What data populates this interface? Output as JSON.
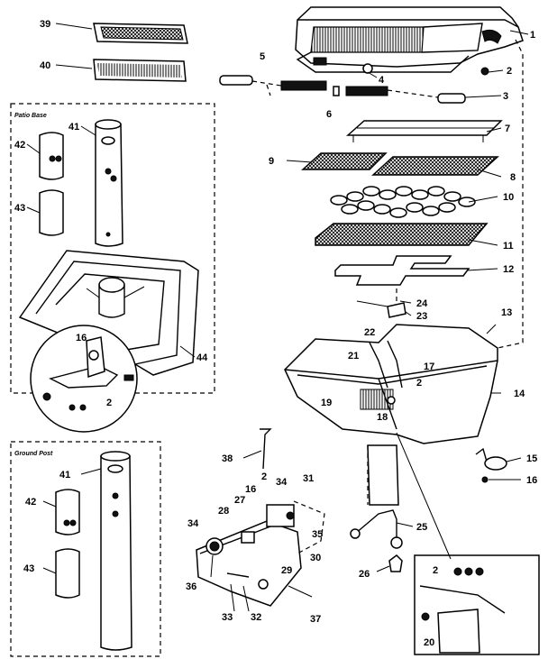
{
  "boxes": {
    "patio_base": "Patio Base",
    "ground_post": "Ground Post"
  },
  "callouts": [
    {
      "id": "c1",
      "label": "1"
    },
    {
      "id": "c2a",
      "label": "2"
    },
    {
      "id": "c3",
      "label": "3"
    },
    {
      "id": "c4",
      "label": "4"
    },
    {
      "id": "c5",
      "label": "5"
    },
    {
      "id": "c6",
      "label": "6"
    },
    {
      "id": "c7",
      "label": "7"
    },
    {
      "id": "c8",
      "label": "8"
    },
    {
      "id": "c9",
      "label": "9"
    },
    {
      "id": "c10",
      "label": "10"
    },
    {
      "id": "c11",
      "label": "11"
    },
    {
      "id": "c12",
      "label": "12"
    },
    {
      "id": "c13",
      "label": "13"
    },
    {
      "id": "c14",
      "label": "14"
    },
    {
      "id": "c15",
      "label": "15"
    },
    {
      "id": "c16a",
      "label": "16"
    },
    {
      "id": "c17",
      "label": "17"
    },
    {
      "id": "c18",
      "label": "18"
    },
    {
      "id": "c19",
      "label": "19"
    },
    {
      "id": "c2b",
      "label": "2"
    },
    {
      "id": "c20",
      "label": "20"
    },
    {
      "id": "c21",
      "label": "21"
    },
    {
      "id": "c22",
      "label": "22"
    },
    {
      "id": "c23",
      "label": "23"
    },
    {
      "id": "c24",
      "label": "24"
    },
    {
      "id": "c25",
      "label": "25"
    },
    {
      "id": "c26",
      "label": "26"
    },
    {
      "id": "c2c",
      "label": "2"
    },
    {
      "id": "c27",
      "label": "27"
    },
    {
      "id": "c28",
      "label": "28"
    },
    {
      "id": "c29",
      "label": "29"
    },
    {
      "id": "c30",
      "label": "30"
    },
    {
      "id": "c31",
      "label": "31"
    },
    {
      "id": "c32",
      "label": "32"
    },
    {
      "id": "c33",
      "label": "33"
    },
    {
      "id": "c34a",
      "label": "34"
    },
    {
      "id": "c34b",
      "label": "34"
    },
    {
      "id": "c35",
      "label": "35"
    },
    {
      "id": "c36",
      "label": "36"
    },
    {
      "id": "c37",
      "label": "37"
    },
    {
      "id": "c38",
      "label": "38"
    },
    {
      "id": "c16b",
      "label": "16"
    },
    {
      "id": "c39",
      "label": "39"
    },
    {
      "id": "c40",
      "label": "40"
    },
    {
      "id": "c41a",
      "label": "41"
    },
    {
      "id": "c42a",
      "label": "42"
    },
    {
      "id": "c43a",
      "label": "43"
    },
    {
      "id": "c16c",
      "label": "16"
    },
    {
      "id": "c2d",
      "label": "2"
    },
    {
      "id": "c44",
      "label": "44"
    },
    {
      "id": "c41b",
      "label": "41"
    },
    {
      "id": "c42b",
      "label": "42"
    },
    {
      "id": "c43b",
      "label": "43"
    },
    {
      "id": "c2e",
      "label": "2"
    }
  ]
}
